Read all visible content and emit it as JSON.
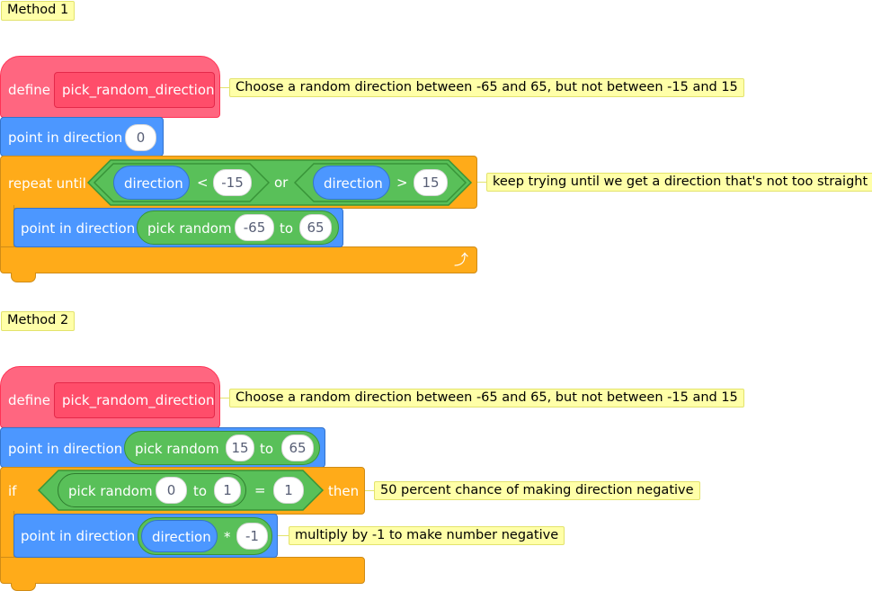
{
  "method1": {
    "label": "Method 1",
    "define_label": "define",
    "define_name": "pick_random_direction",
    "define_comment": "Choose a random direction between -65 and 65, but not between -15 and 15",
    "point1_label": "point in direction",
    "point1_value": "0",
    "repeat_label": "repeat until",
    "cond_left_var": "direction",
    "cond_left_op": "<",
    "cond_left_val": "-15",
    "cond_or": "or",
    "cond_right_var": "direction",
    "cond_right_op": ">",
    "cond_right_val": "15",
    "repeat_comment": "keep trying until we get a direction that's not too straight",
    "point2_label": "point in direction",
    "pick_label": "pick random",
    "pick_from": "-65",
    "pick_to_label": "to",
    "pick_to": "65",
    "loop_icon": "loop-arrow-icon"
  },
  "method2": {
    "label": "Method 2",
    "define_label": "define",
    "define_name": "pick_random_direction",
    "define_comment": "Choose a random direction between -65 and 65, but not between -15 and 15",
    "point1_label": "point in direction",
    "pick1_label": "pick random",
    "pick1_from": "15",
    "pick1_to_label": "to",
    "pick1_to": "65",
    "if_label": "if",
    "pick2_label": "pick random",
    "pick2_from": "0",
    "pick2_to_label": "to",
    "pick2_to": "1",
    "eq_op": "=",
    "eq_val": "1",
    "then_label": "then",
    "if_comment": "50 percent chance of making direction negative",
    "point2_label": "point in direction",
    "mul_var": "direction",
    "mul_op": "*",
    "mul_val": "-1",
    "point2_comment": "multiply by -1 to make number negative"
  },
  "colors": {
    "events_hat": "#ff6680",
    "motion": "#4c97ff",
    "control": "#ffab19",
    "operators": "#59c059",
    "comment": "#ffffa8"
  }
}
